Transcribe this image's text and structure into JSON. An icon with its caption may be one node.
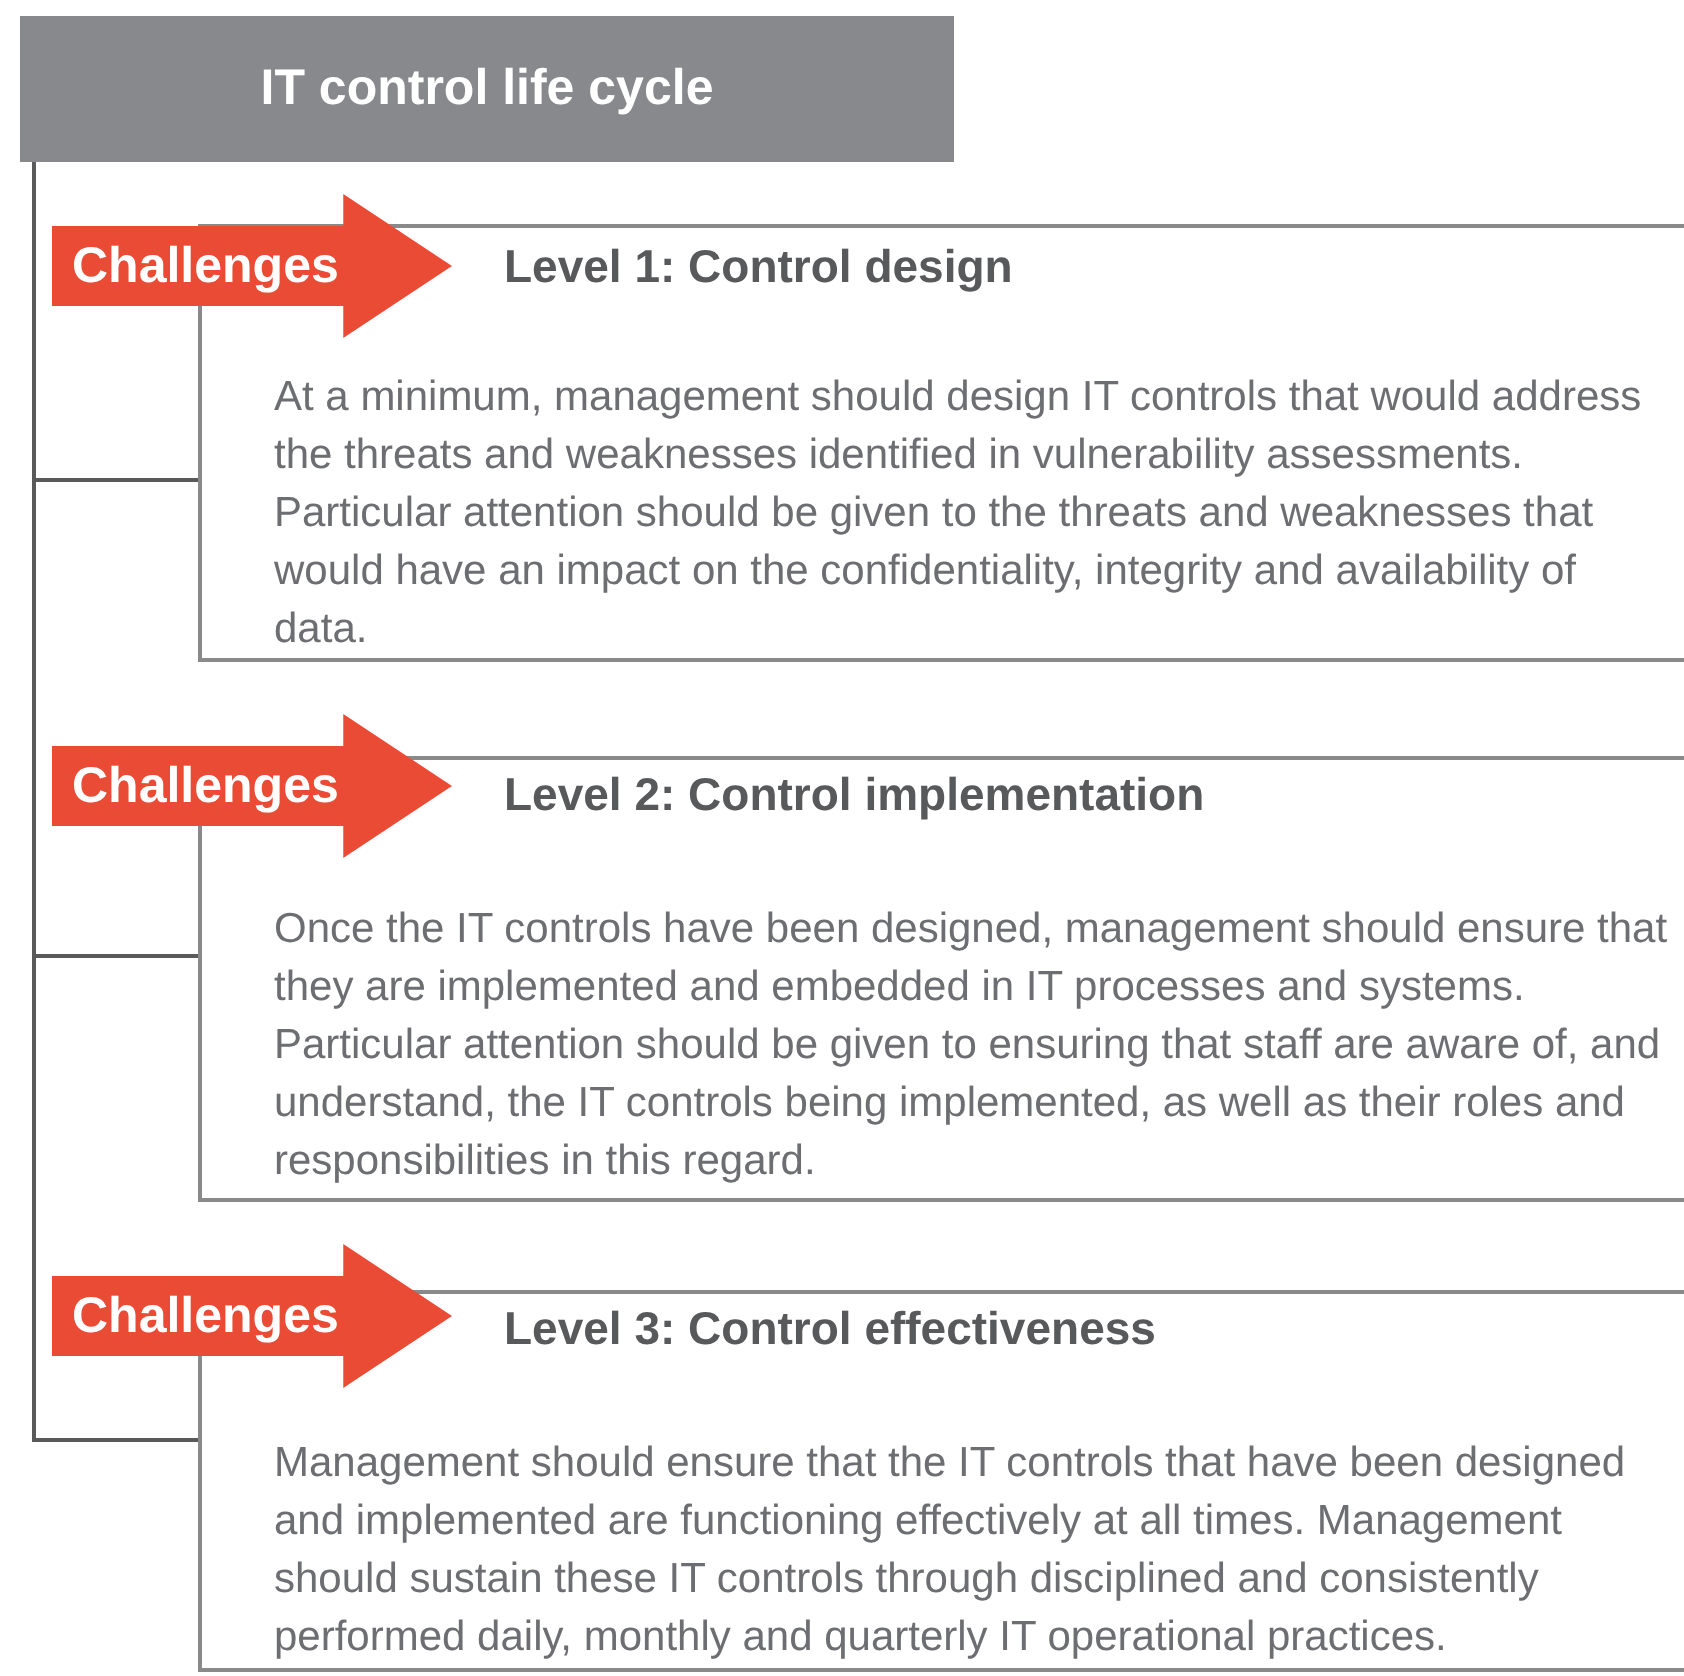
{
  "diagram": {
    "nodes": [
      {
        "text": [
          "IT control life cycle"
        ]
      },
      {
        "text": [
          "Challenges"
        ]
      },
      {
        "text": [
          "Level 1: Control design",
          "At a minimum, management should design IT controls that would address the threats and weaknesses identified in vulnerability assessments. Particular attention should be given to the threats and weaknesses that would have an impact on the confidentiality, integrity and availability of data."
        ]
      },
      {
        "text": [
          "Challenges"
        ]
      },
      {
        "text": [
          "Level 2: Control implementation",
          "Once the IT controls have been designed, management should ensure that they are implemented and embedded in IT processes and systems. Particular attention should be given to ensuring that staff are aware of, and understand, the IT controls being implemented, as well as their roles and responsibilities in this regard."
        ]
      },
      {
        "text": [
          "Challenges"
        ]
      },
      {
        "text": [
          "Level 3: Control effectiveness",
          "Management should ensure that the IT controls that have been designed and implemented are functioning effectively at all times. Management should sustain these IT controls through disciplined and consistently performed daily, monthly and quarterly IT operational practices."
        ]
      }
    ],
    "edges": [
      {
        "from": 0,
        "to": 2,
        "arrow": "none"
      },
      {
        "from": 0,
        "to": 4,
        "arrow": "none"
      },
      {
        "from": 0,
        "to": 6,
        "arrow": "none"
      }
    ]
  }
}
